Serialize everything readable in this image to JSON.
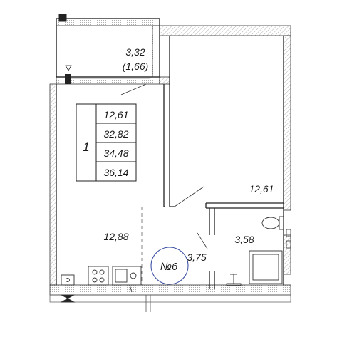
{
  "plan": {
    "balcony": {
      "area": "3,32",
      "area_reduced": "(1,66)"
    },
    "living_room": {
      "area": "12,61"
    },
    "kitchen": {
      "area": "12,88"
    },
    "hall": {
      "area": "3,75"
    },
    "bathroom": {
      "area": "3,58"
    },
    "apartment_badge": {
      "label": "№6",
      "color": "#3a4fa3"
    },
    "summary_table": {
      "rooms": "1",
      "values": [
        "12,61",
        "32,82",
        "34,48",
        "36,14"
      ]
    }
  }
}
